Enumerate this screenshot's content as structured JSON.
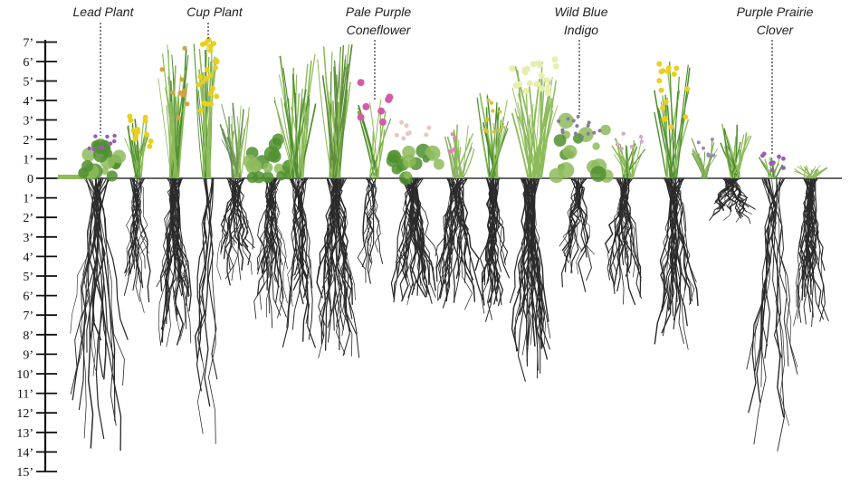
{
  "depth_scale": {
    "above_ground": [
      "7’",
      "6’",
      "5’",
      "4’",
      "3’",
      "2’",
      "1’"
    ],
    "ground": "0",
    "below_ground": [
      "1’",
      "2’",
      "3’",
      "4’",
      "5’",
      "6’",
      "7’",
      "8’",
      "9’",
      "10’",
      "11’",
      "12’",
      "13’",
      "14’",
      "15’"
    ]
  },
  "plant_labels": [
    {
      "id": "lead-plant",
      "lines": [
        "Lead Plant"
      ]
    },
    {
      "id": "cup-plant",
      "lines": [
        "Cup Plant"
      ]
    },
    {
      "id": "pale-purple-coneflower",
      "lines": [
        "Pale Purple",
        "Coneflower"
      ]
    },
    {
      "id": "wild-blue-indigo",
      "lines": [
        "Wild Blue",
        "Indigo"
      ]
    },
    {
      "id": "purple-prairie-clover",
      "lines": [
        "Purple Prairie",
        "Clover"
      ]
    }
  ],
  "colors": {
    "ground_line": "#333333",
    "root": "#2b2b2b",
    "foliage": "#4f8f2f",
    "foliage_light": "#8dbb5a",
    "flower_yellow": "#e8d020",
    "flower_purple": "#9a5bb8",
    "flower_pink": "#d65aa8",
    "flower_cream": "#e8eeb0"
  }
}
